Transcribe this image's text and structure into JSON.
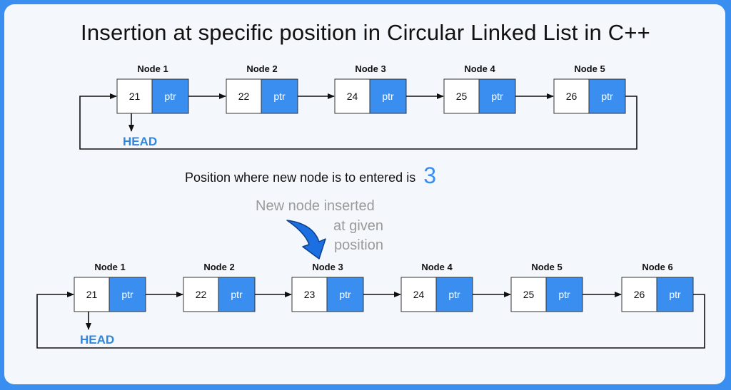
{
  "title": "Insertion at specific position in Circular Linked List in C++",
  "position_caption": "Position where new node is to entered is",
  "position_value": "3",
  "annotation_lines": [
    "New node inserted",
    "at given",
    "position"
  ],
  "head_label": "HEAD",
  "ptr_label": "ptr",
  "colors": {
    "accent": "#3a8ef0",
    "head": "#2f86e0",
    "annotation": "#9a9a9a",
    "arrow": "#1c6fe0"
  },
  "before_list": {
    "nodes": [
      {
        "label": "Node 1",
        "value": "21"
      },
      {
        "label": "Node 2",
        "value": "22"
      },
      {
        "label": "Node 3",
        "value": "24"
      },
      {
        "label": "Node 4",
        "value": "25"
      },
      {
        "label": "Node 5",
        "value": "26"
      }
    ]
  },
  "after_list": {
    "nodes": [
      {
        "label": "Node 1",
        "value": "21"
      },
      {
        "label": "Node 2",
        "value": "22"
      },
      {
        "label": "Node 3",
        "value": "23"
      },
      {
        "label": "Node 4",
        "value": "24"
      },
      {
        "label": "Node 5",
        "value": "25"
      },
      {
        "label": "Node 6",
        "value": "26"
      }
    ]
  }
}
